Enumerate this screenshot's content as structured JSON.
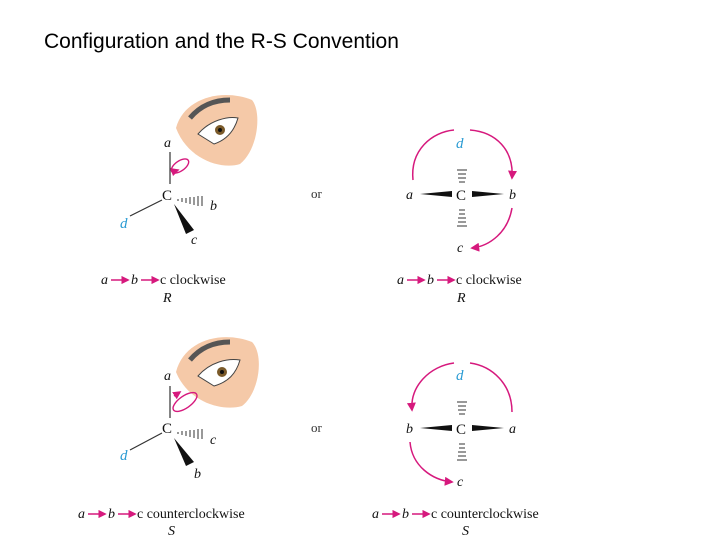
{
  "title": "Configuration and the R-S Convention",
  "colors": {
    "arrow": "#d6197d",
    "d_label": "#2a9bd3",
    "skin": "#f5c9a8"
  },
  "icons": [
    "eye-icon"
  ],
  "top": {
    "left": {
      "top": "a",
      "center": "C",
      "right": "b",
      "left": "d",
      "bottom": "c"
    },
    "or": "or",
    "right": {
      "top": "d",
      "left": "a",
      "center": "C",
      "right": "b",
      "bottom": "c"
    },
    "caption_left": {
      "a": "a",
      "b": "b",
      "tail": "c clockwise",
      "letter": "R"
    },
    "caption_right": {
      "a": "a",
      "b": "b",
      "tail": "c clockwise",
      "letter": "R"
    }
  },
  "bottom": {
    "left": {
      "top": "a",
      "center": "C",
      "right": "c",
      "left": "d",
      "bottom": "b"
    },
    "or": "or",
    "right": {
      "top": "d",
      "left": "b",
      "center": "C",
      "right": "a",
      "bottom": "c"
    },
    "caption_left": {
      "a": "a",
      "b": "b",
      "tail": "c counterclockwise",
      "letter": "S"
    },
    "caption_right": {
      "a": "a",
      "b": "b",
      "tail": "c counterclockwise",
      "letter": "S"
    }
  }
}
